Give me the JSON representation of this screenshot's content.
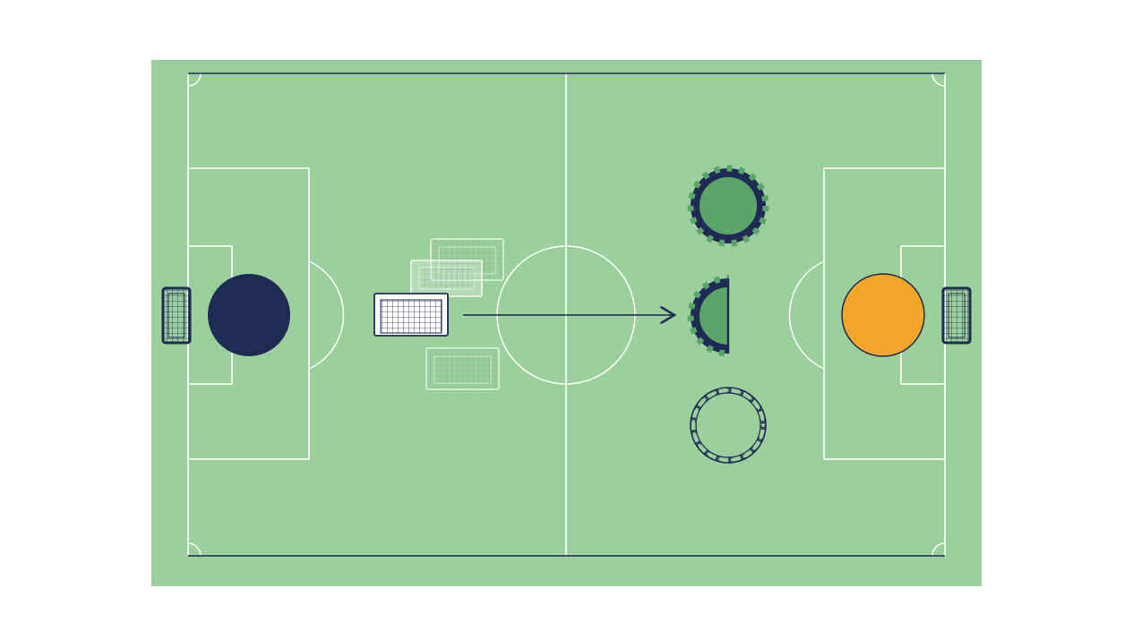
{
  "colors": {
    "background": "#ffffff",
    "pitch": "#9bcf9c",
    "pitch_lines": "#ffffff",
    "touchline": "#1f2a55",
    "home_token": "#1f2a55",
    "away_token": "#f2a72b",
    "token_green": "#5aa56a",
    "chip_border": "#1f2a55",
    "arrow": "#1f2a55"
  },
  "pitch": {
    "markings": [
      "halfway-line",
      "center-circle",
      "penalty-areas",
      "goal-areas",
      "penalty-arcs",
      "corner-arcs"
    ]
  },
  "pieces": {
    "home_token": {
      "icon": "navy-disc"
    },
    "away_token": {
      "icon": "orange-disc"
    },
    "moving_goal": {
      "icon": "goal-net-icon",
      "ghost_copies": 3
    },
    "chips": [
      {
        "icon": "full-chip-icon",
        "state": "full"
      },
      {
        "icon": "half-chip-icon",
        "state": "half"
      },
      {
        "icon": "empty-chip-icon",
        "state": "empty"
      }
    ],
    "move_arrow": {
      "icon": "arrow-right-icon"
    }
  }
}
